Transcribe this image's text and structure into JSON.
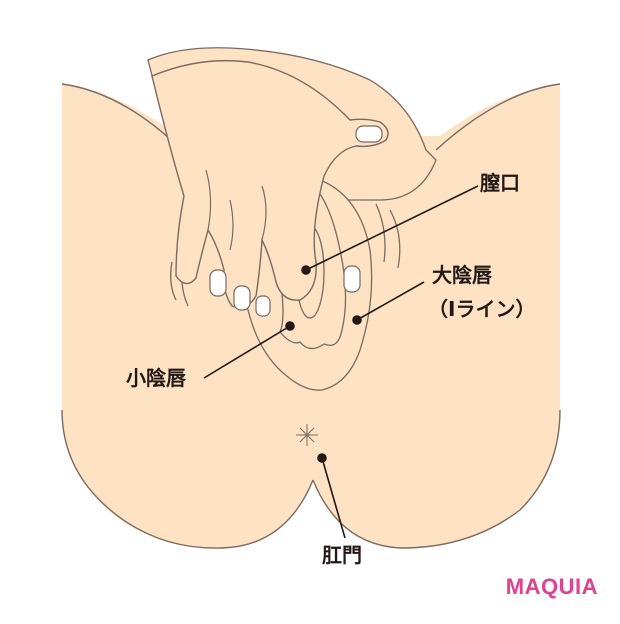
{
  "labels": {
    "vaginal_opening": "膣口",
    "labia_majora": "大陰唇",
    "i_line": "（Iライン）",
    "labia_minora": "小陰唇",
    "anus": "肛門"
  },
  "brand": {
    "name": "MAQUIA",
    "color": "#e83e8c"
  },
  "colors": {
    "skin": "#fde3c4",
    "outline": "#7a6a60",
    "leader": "#231815",
    "nail": "#ffffff"
  }
}
